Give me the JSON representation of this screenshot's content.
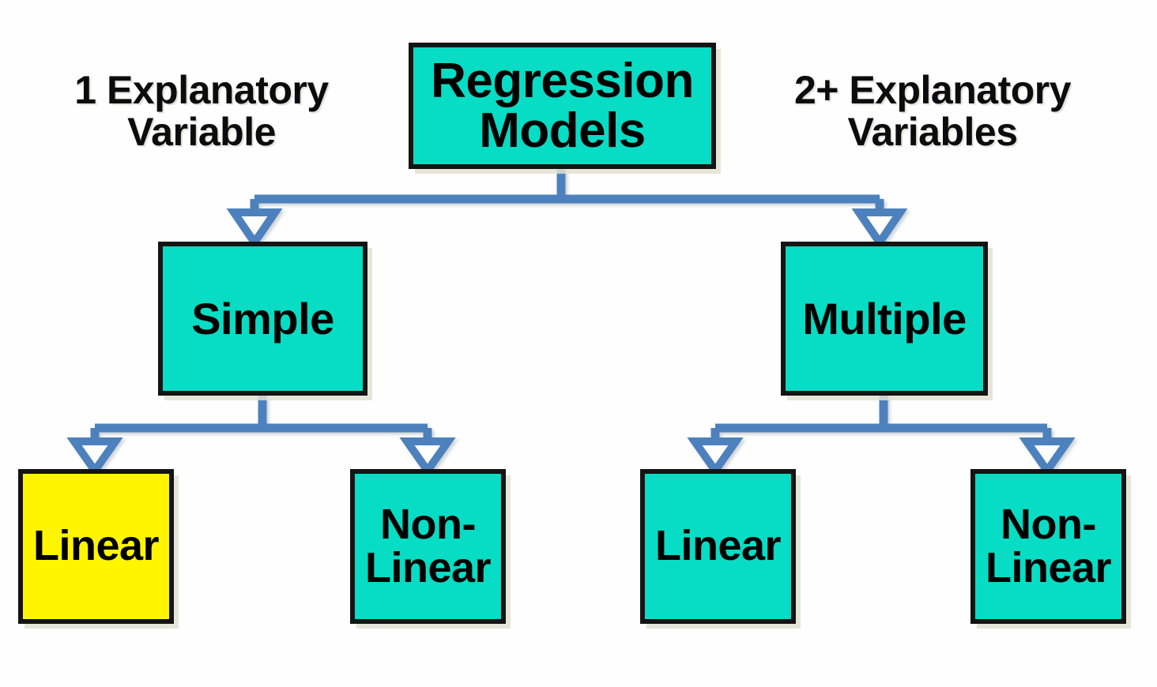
{
  "diagram": {
    "title": "Regression Models taxonomy",
    "background_color": "#fefefe",
    "node_fill_teal": "#07DCC4",
    "node_fill_highlight": "#FFF500",
    "node_border_color": "#141414",
    "connector_color": "#4E81BD",
    "text_color": "#000000"
  },
  "side_labels": {
    "left": "1 Explanatory\nVariable",
    "right": "2+  Explanatory\nVariables"
  },
  "nodes": {
    "root": {
      "label": "Regression\nModels",
      "fill": "#07DCC4",
      "highlighted": false
    },
    "simple": {
      "label": "Simple",
      "fill": "#07DCC4",
      "highlighted": false
    },
    "multiple": {
      "label": "Multiple",
      "fill": "#07DCC4",
      "highlighted": false
    },
    "simple_linear": {
      "label": "Linear",
      "fill": "#FFF500",
      "highlighted": true
    },
    "simple_nonlinear": {
      "label": "Non-\nLinear",
      "fill": "#07DCC4",
      "highlighted": false
    },
    "multiple_linear": {
      "label": "Linear",
      "fill": "#07DCC4",
      "highlighted": false
    },
    "multiple_nonlinear": {
      "label": "Non-\nLinear",
      "fill": "#07DCC4",
      "highlighted": false
    }
  },
  "edges": [
    {
      "from": "root",
      "to": "simple"
    },
    {
      "from": "root",
      "to": "multiple"
    },
    {
      "from": "simple",
      "to": "simple_linear"
    },
    {
      "from": "simple",
      "to": "simple_nonlinear"
    },
    {
      "from": "multiple",
      "to": "multiple_linear"
    },
    {
      "from": "multiple",
      "to": "multiple_nonlinear"
    }
  ]
}
